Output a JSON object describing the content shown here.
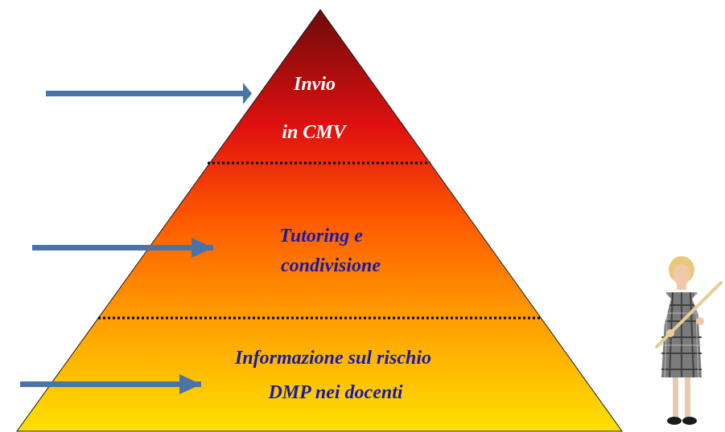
{
  "pyramid": {
    "gradient_colors": [
      "#6e0a0a",
      "#e01010",
      "#ff5a00",
      "#ff9a00",
      "#ffe000"
    ],
    "outline_color": "#1a1a1a",
    "divider_color": "#000000",
    "tiers": [
      {
        "lines": [
          "Invio",
          "in CMV"
        ],
        "text_color": "#ffffff"
      },
      {
        "lines": [
          "Tutoring e",
          "condivisione"
        ],
        "text_color": "#1a1aa6"
      },
      {
        "lines": [
          "Informazione sul rischio",
          "DMP nei docenti"
        ],
        "text_color": "#1a1aa6"
      }
    ]
  },
  "arrows": {
    "color": "#4a74a8",
    "count": 3
  },
  "figure": {
    "icon": "teacher-with-pointer-illustration"
  }
}
